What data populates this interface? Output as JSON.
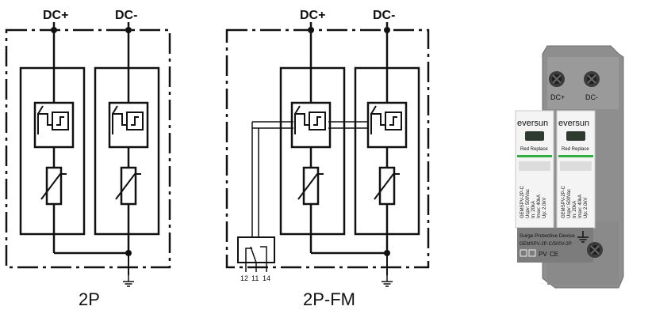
{
  "diagram_2p": {
    "pos_terminal": "DC+",
    "neg_terminal": "DC-",
    "caption": "2P"
  },
  "diagram_2p_fm": {
    "pos_terminal": "DC+",
    "neg_terminal": "DC-",
    "caption": "2P-FM",
    "contact_pins": [
      "12",
      "11",
      "14"
    ]
  },
  "product": {
    "brand_left": "eversun",
    "brand_right": "eversun",
    "terminal_pos": "DC+",
    "terminal_neg": "DC-",
    "window_note": "Red Replace",
    "module_spec_left": [
      "GEMSPV-2P-C",
      "Ucpv: 500Vac",
      "In: 20kA",
      "Imax: 40kA",
      "Up: 2.0kV"
    ],
    "module_spec_right": [
      "GEMSPV-2P-C",
      "Ucpv: 500Vac",
      "In: 20kA",
      "Imax: 40kA",
      "Up: 2.0kV"
    ],
    "base_title": "Surge Protective Device",
    "base_model": "GEMSPV-2P-C/500V-2P",
    "base_marks": [
      "PV",
      "CE"
    ],
    "colors": {
      "housing": "#8e8e8e",
      "module": "#f4f4f4",
      "accent": "#2fae3f"
    }
  }
}
